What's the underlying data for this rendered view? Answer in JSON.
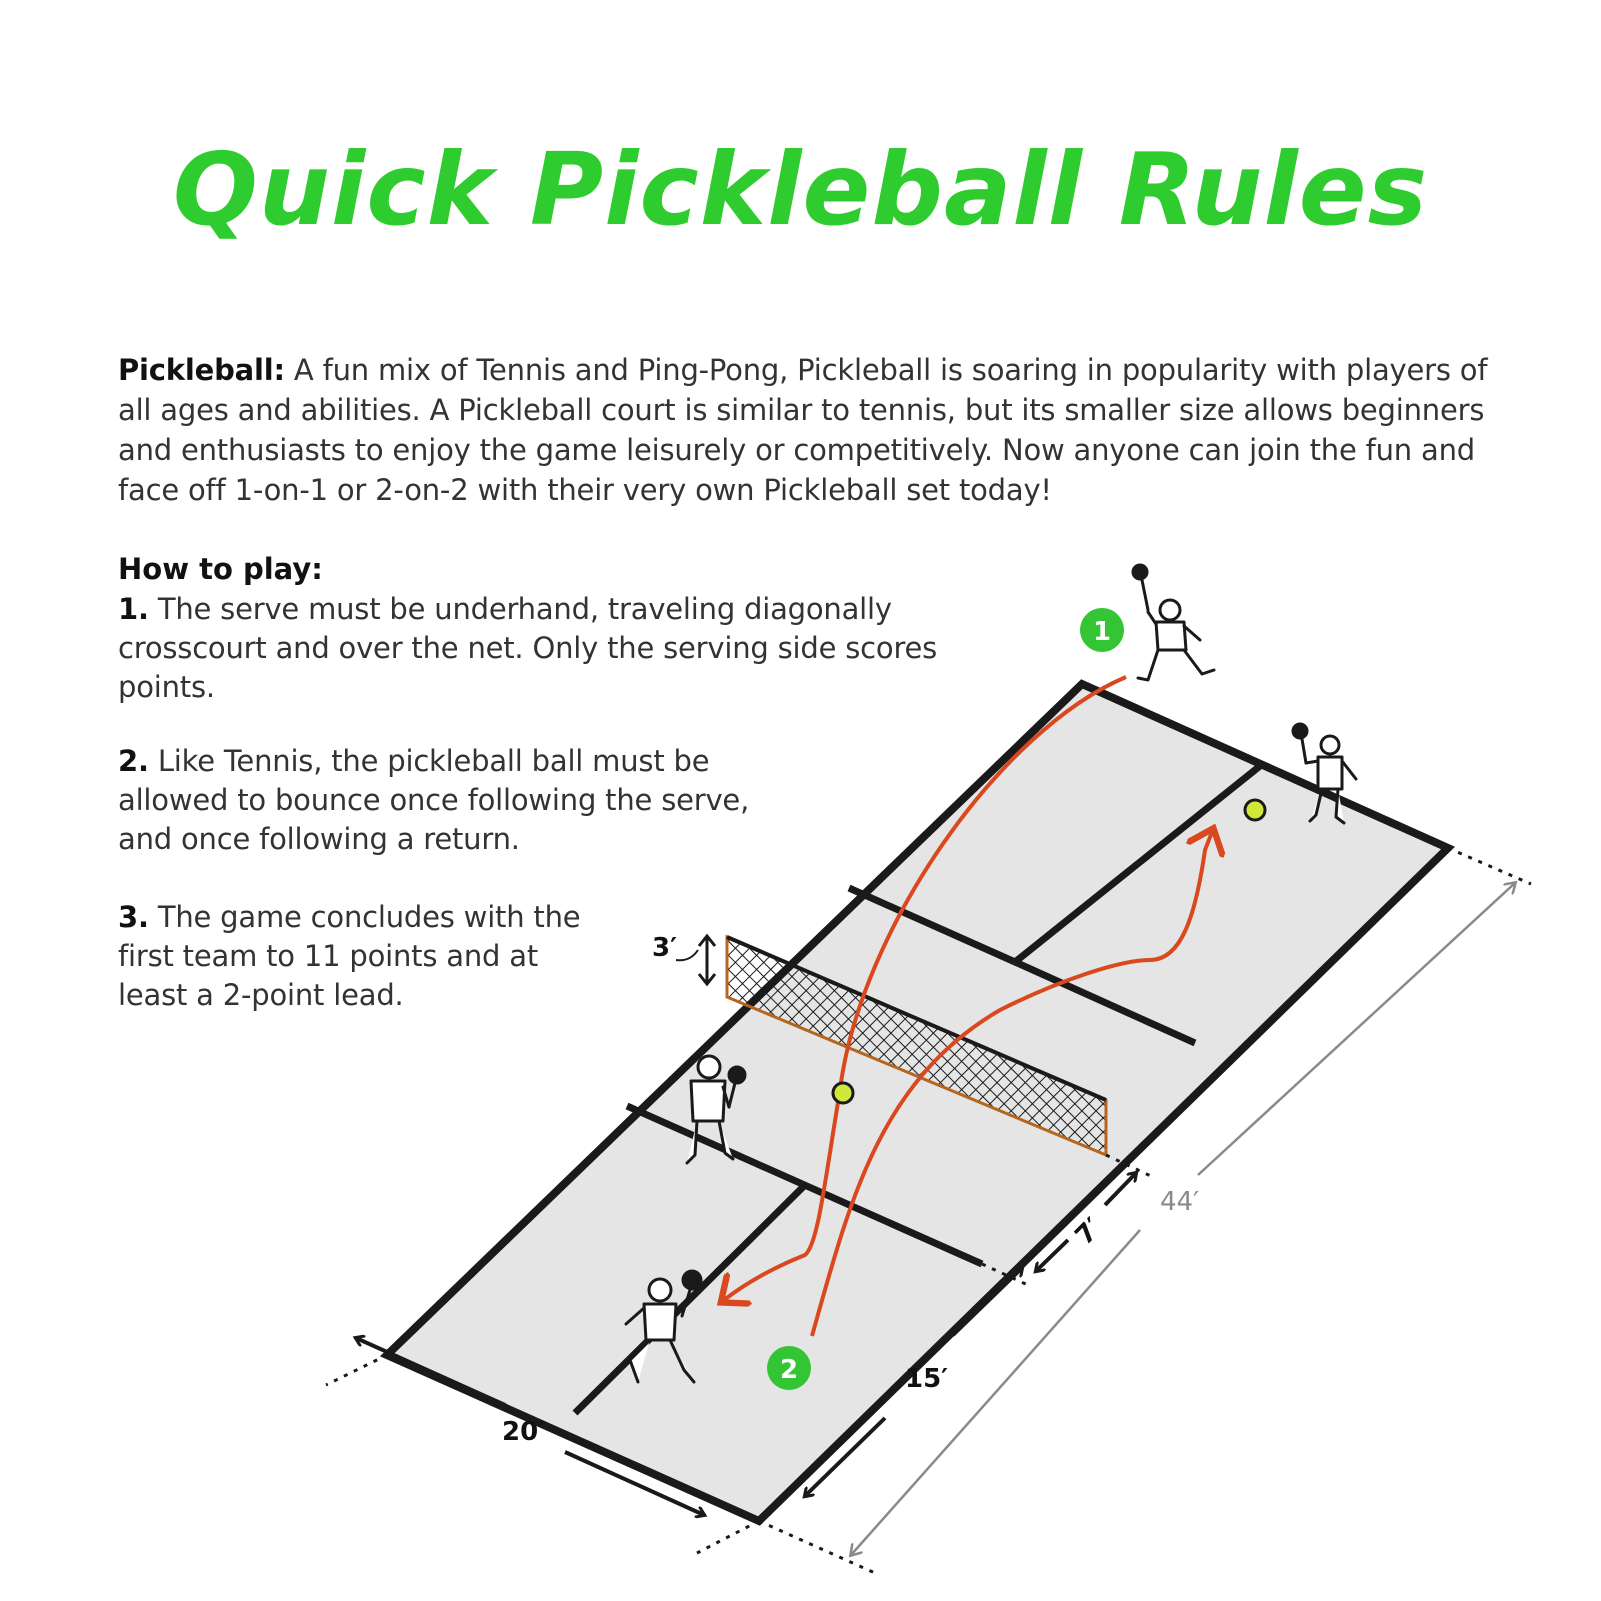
{
  "title": "Quick Pickleball Rules",
  "colors": {
    "title": "#2ecc2e",
    "court_fill": "#e5e5e5",
    "court_line": "#1a1a1a",
    "ball_path": "#d9481f",
    "ball": "#cfe83a",
    "badge": "#34c534",
    "dimension_gray": "#8a8a8a"
  },
  "intro": {
    "label": "Pickleball:",
    "text": " A fun mix of Tennis and Ping-Pong, Pickleball is soaring in popularity with players of all ages and abilities. A Pickleball court is similar to tennis, but its smaller size allows beginners and enthusiasts to enjoy the game leisurely or competitively. Now anyone can join the fun and face off 1-on-1 or 2-on-2 with their very own Pickleball set today!"
  },
  "how_to_play": {
    "heading": "How to play:",
    "rules": [
      {
        "number": "1.",
        "text": " The serve must be underhand, traveling diagonally crosscourt and over the net. Only the serving side scores points."
      },
      {
        "number": "2.",
        "text": " Like Tennis, the pickleball ball must be allowed to bounce once following the serve, and once following a return."
      },
      {
        "number": "3.",
        "text": " The game concludes with the first team to 11 points and at least a 2-point lead."
      }
    ]
  },
  "diagram": {
    "badges": [
      "1",
      "2"
    ],
    "dimensions": {
      "net_height": "3′",
      "kitchen": "7′",
      "length": "44′",
      "service": "15′",
      "width": "20′"
    },
    "icons": [
      "player-icon",
      "paddle-icon",
      "ball-icon",
      "net-icon"
    ]
  }
}
